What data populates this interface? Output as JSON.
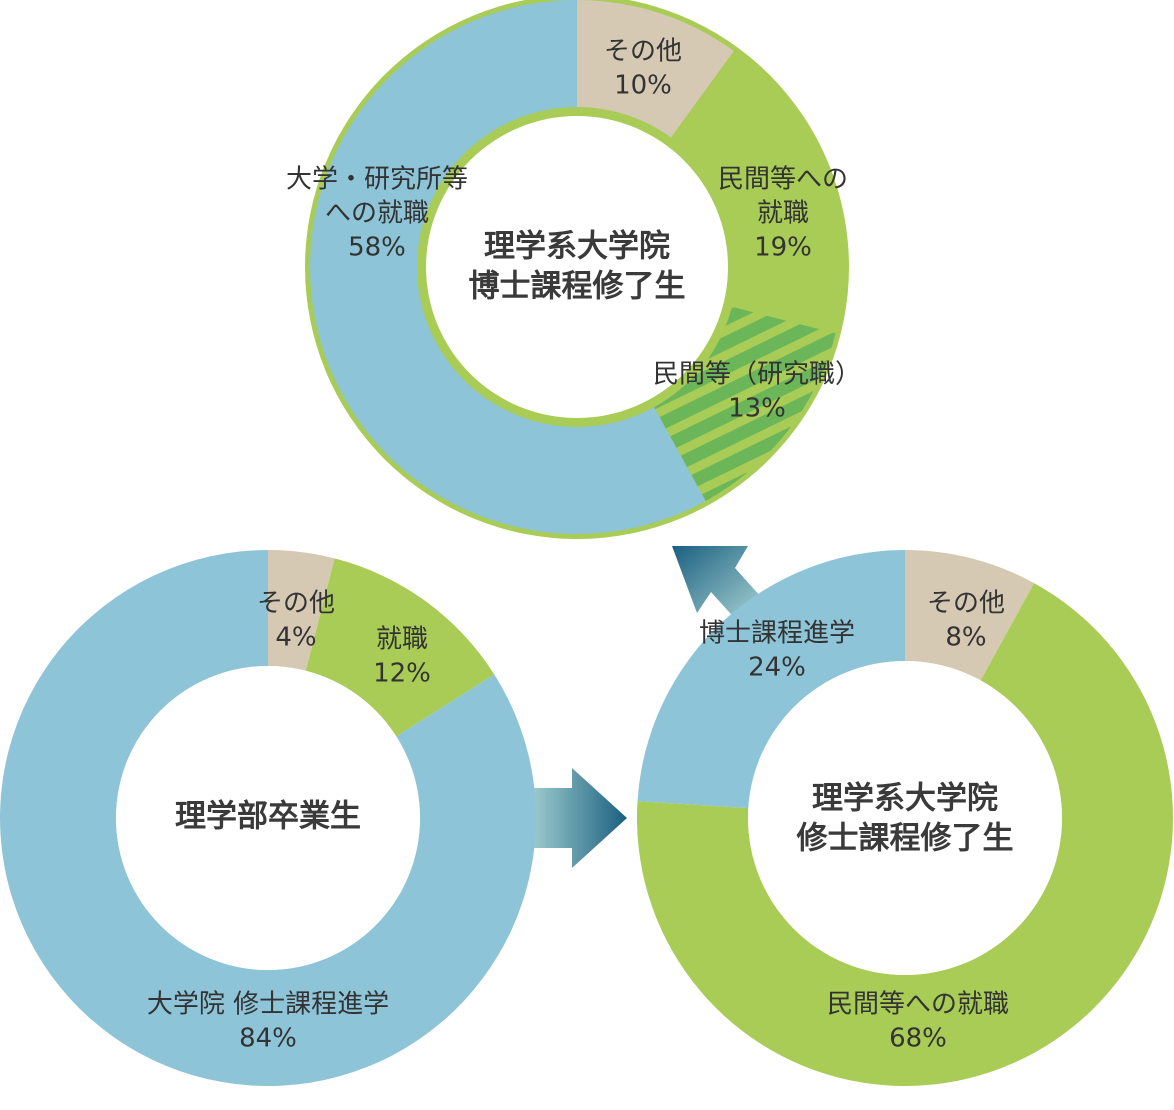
{
  "colors": {
    "tan": "#d5c9b4",
    "green": "#a8cc55",
    "dark_green": "#6cb65a",
    "blue": "#8dc4d8",
    "border_green": "#a8cc55",
    "arrow_light": "#a8d4d3",
    "arrow_dark": "#1b5f80"
  },
  "chart_data": [
    {
      "type": "donut",
      "title_lines": [
        "理学系大学院",
        "博士課程修了生"
      ],
      "slices": [
        {
          "name": "その他",
          "label_lines": [
            "その他",
            "10%"
          ],
          "value": 10,
          "color": "tan"
        },
        {
          "name": "民間等への就職",
          "label_lines": [
            "民間等への",
            "就職",
            "19%"
          ],
          "value": 19,
          "color": "green"
        },
        {
          "name": "民間等（研究職）",
          "label_lines": [
            "民間等（研究職）",
            "13%"
          ],
          "value": 13,
          "color": "green",
          "hatched": true
        },
        {
          "name": "大学・研究所等への就職",
          "label_lines": [
            "大学・研究所等",
            "への就職",
            "58%"
          ],
          "value": 58,
          "color": "blue"
        }
      ]
    },
    {
      "type": "donut",
      "title_lines": [
        "理学部卒業生"
      ],
      "slices": [
        {
          "name": "その他",
          "label_lines": [
            "その他",
            "4%"
          ],
          "value": 4,
          "color": "tan"
        },
        {
          "name": "就職",
          "label_lines": [
            "就職",
            "12%"
          ],
          "value": 12,
          "color": "green"
        },
        {
          "name": "大学院 修士課程進学",
          "label_lines": [
            "大学院 修士課程進学",
            "84%"
          ],
          "value": 84,
          "color": "blue"
        }
      ]
    },
    {
      "type": "donut",
      "title_lines": [
        "理学系大学院",
        "修士課程修了生"
      ],
      "slices": [
        {
          "name": "その他",
          "label_lines": [
            "その他",
            "8%"
          ],
          "value": 8,
          "color": "tan"
        },
        {
          "name": "民間等への就職",
          "label_lines": [
            "民間等への就職",
            "68%"
          ],
          "value": 68,
          "color": "green"
        },
        {
          "name": "博士課程進学",
          "label_lines": [
            "博士課程進学",
            "24%"
          ],
          "value": 24,
          "color": "blue"
        }
      ]
    }
  ]
}
